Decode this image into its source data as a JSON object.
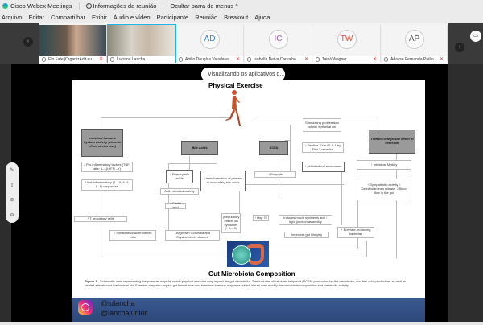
{
  "titlebar": {
    "app_name": "Cisco Webex Meetings",
    "meeting_info": "Informações da reunião",
    "hide_menu": "Ocultar barra de menus ^"
  },
  "menu": [
    "Arquivo",
    "Editar",
    "Compartilhar",
    "Exibir",
    "Áudio e vídeo",
    "Participante",
    "Reunião",
    "Breakout",
    "Ajuda"
  ],
  "participants": [
    {
      "name": "Elo Fatel|OrganizAdit.eu",
      "initials": "",
      "video": true,
      "muted": true
    },
    {
      "name": "Luciana Lancha",
      "initials": "",
      "video": true,
      "muted": false,
      "selected": true
    },
    {
      "name": "Abilio Douglas Valadares...",
      "initials": "AD",
      "video": false,
      "muted": true,
      "color": "#2e86de"
    },
    {
      "name": "Isabella Neiva Carvalho",
      "initials": "IC",
      "video": false,
      "muted": true,
      "color": "#9b59b6"
    },
    {
      "name": "Tainá Wagner",
      "initials": "TW",
      "video": false,
      "muted": true,
      "color": "#e74c3c"
    },
    {
      "name": "Adayse Fernanda Paião",
      "initials": "AP",
      "video": false,
      "muted": true,
      "color": "#555555"
    }
  ],
  "share_tooltip": "Visualizando os aplicativos d...",
  "slide": {
    "title_top": "Physical Exercise",
    "title_bottom": "Gut Microbiota Composition",
    "boxes": {
      "immune": "Intestinal Immune System Activity (chronic effect of exercise)",
      "bile": "Bile Acids",
      "scfa": "SCFA",
      "transit": "Transit Time (acute effect of exercise)",
      "proinflam": "↓ Pro-inflammatory factors (TNF-alfa; IL-1β; IFN –Y)",
      "antiinflam": "↑Anti-inflammatory (IL-10; IL-4; IL-6) responses",
      "treg": "↑ T regulatory cells",
      "primary_bile": "↓ Primary bile acids",
      "transformation": "↓ transformation of primary to secondary bile acids",
      "antimicrobial": "Anti-microbial activity",
      "cholic": "↑ Cholic acid",
      "firmicutes": "↑ Firmicutes/Bacteroidetes ratio",
      "outgrowth": "Outgrowth Clostridia and Erysipelotrichi classes",
      "stimulating": "Stimulating proliferation colonic epithelial cell",
      "peptide": "↑ Peptide YY e GLP-1 by Ffar 3 receptor",
      "ph": "↓ pH intestinal enviroment",
      "butyrate": "↑ Butyrate",
      "regulatory": "(Regulatory effects on cytokines (↑ IL-10)",
      "hsp": "↑ Hsp 70",
      "mucin": "Induces mucin synthesis and ↑ tight junction assembly",
      "integrity": "Improves gut integrity",
      "butyrate_bact": "↑ Butyrate-producing bacterias",
      "motility": "↑ Intestinal Motility",
      "sympathetic": "↑ Sympathetic activity ↑ Catecholamines release ↓ Blood flow in the gut"
    },
    "caption_label": "Figure 1 -",
    "caption": "Schematic view representing the possible ways by which physical exercise may impact the gut microbiota. This includes short-chain fatty acid (SCFA) production by the microbiota, and bile acid production, as well as related alteration of the luminal pH. Exercise may also impact gut transit time and intestinal immune response, which in turn may modify the microbiota composition and metabolic activity."
  },
  "footer": {
    "handle1": "@lulancha",
    "handle2": "@lanchajunior"
  },
  "zoom_controls": [
    "annotate-icon",
    "pointer-icon",
    "zoom-in-icon",
    "zoom-out-icon"
  ]
}
